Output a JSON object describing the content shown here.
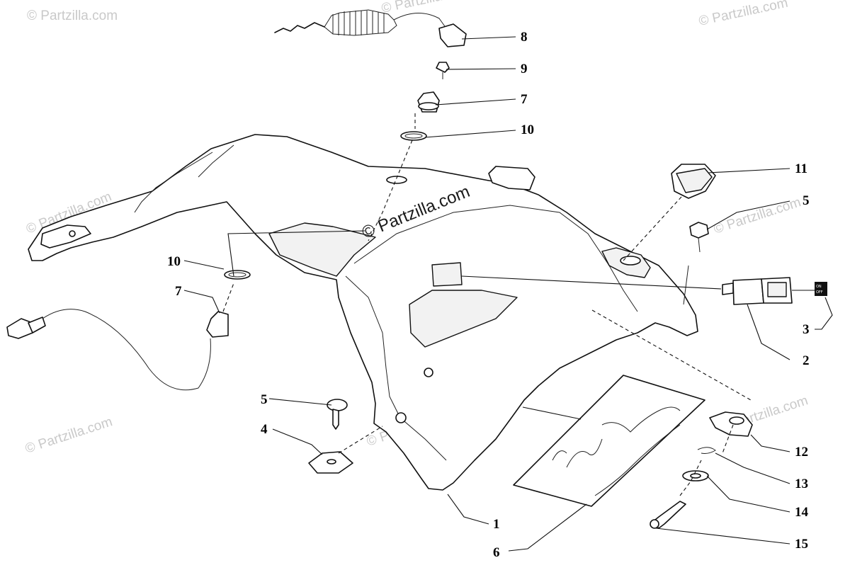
{
  "watermarks": {
    "main": "© Partzilla.com",
    "faint": "© Partzilla.com"
  },
  "switch_labels": {
    "on": "ON",
    "off": "OFF"
  },
  "callouts": [
    {
      "id": "c1",
      "label": "1"
    },
    {
      "id": "c2",
      "label": "2"
    },
    {
      "id": "c3",
      "label": "3"
    },
    {
      "id": "c4",
      "label": "4"
    },
    {
      "id": "c5a",
      "label": "5"
    },
    {
      "id": "c5b",
      "label": "5"
    },
    {
      "id": "c6",
      "label": "6"
    },
    {
      "id": "c7a",
      "label": "7"
    },
    {
      "id": "c7b",
      "label": "7"
    },
    {
      "id": "c8",
      "label": "8"
    },
    {
      "id": "c9",
      "label": "9"
    },
    {
      "id": "c10a",
      "label": "10"
    },
    {
      "id": "c10b",
      "label": "10"
    },
    {
      "id": "c11",
      "label": "11"
    },
    {
      "id": "c12",
      "label": "12"
    },
    {
      "id": "c13",
      "label": "13"
    },
    {
      "id": "c14",
      "label": "14"
    },
    {
      "id": "c15",
      "label": "15"
    }
  ]
}
